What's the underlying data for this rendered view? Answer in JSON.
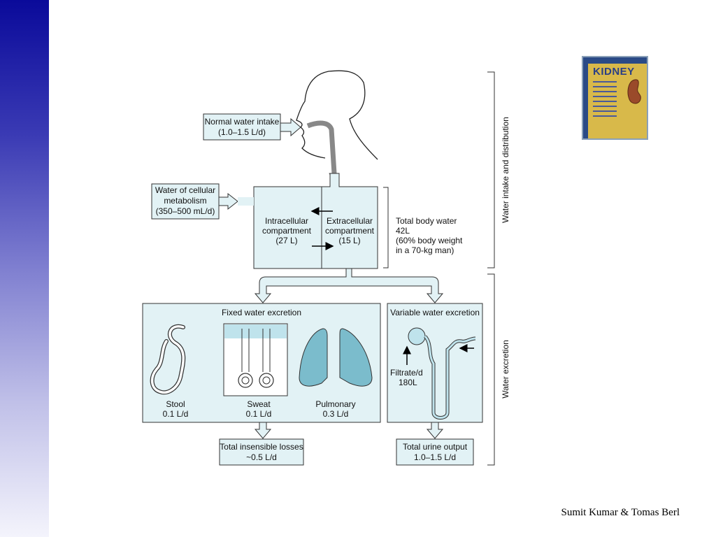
{
  "diagram": {
    "normal_intake": [
      "Normal water intake",
      "(1.0–1.5 L/d)"
    ],
    "cellular_metabolism": [
      "Water of cellular",
      "metabolism",
      "(350–500 mL/d)"
    ],
    "intracellular": [
      "Intracellular",
      "compartment",
      "(27 L)"
    ],
    "extracellular": [
      "Extracellular",
      "compartment",
      "(15 L)"
    ],
    "total_body_water": [
      "Total body water",
      "42L",
      "(60% body weight",
      "in a 70-kg man)"
    ],
    "side_top": "Water intake and distribution",
    "side_bottom": "Water excretion",
    "fixed_title": "Fixed water excretion",
    "variable_title": "Variable water excretion",
    "stool": [
      "Stool",
      "0.1 L/d"
    ],
    "sweat": [
      "Sweat",
      "0.1 L/d"
    ],
    "pulmonary": [
      "Pulmonary",
      "0.3 L/d"
    ],
    "filtrate": [
      "Filtrate/d",
      "180L"
    ],
    "insensible": [
      "Total insensible losses",
      "~0.5 L/d"
    ],
    "urine": [
      "Total urine output",
      "1.0–1.5 L/d"
    ]
  },
  "book": {
    "title": "KIDNEY"
  },
  "credit": "Sumit Kumar & Tomas Berl",
  "colors": {
    "box_fill": "#e2f2f5",
    "lung": "#7bbccc",
    "sidebar_top": "#0a0a9a"
  }
}
